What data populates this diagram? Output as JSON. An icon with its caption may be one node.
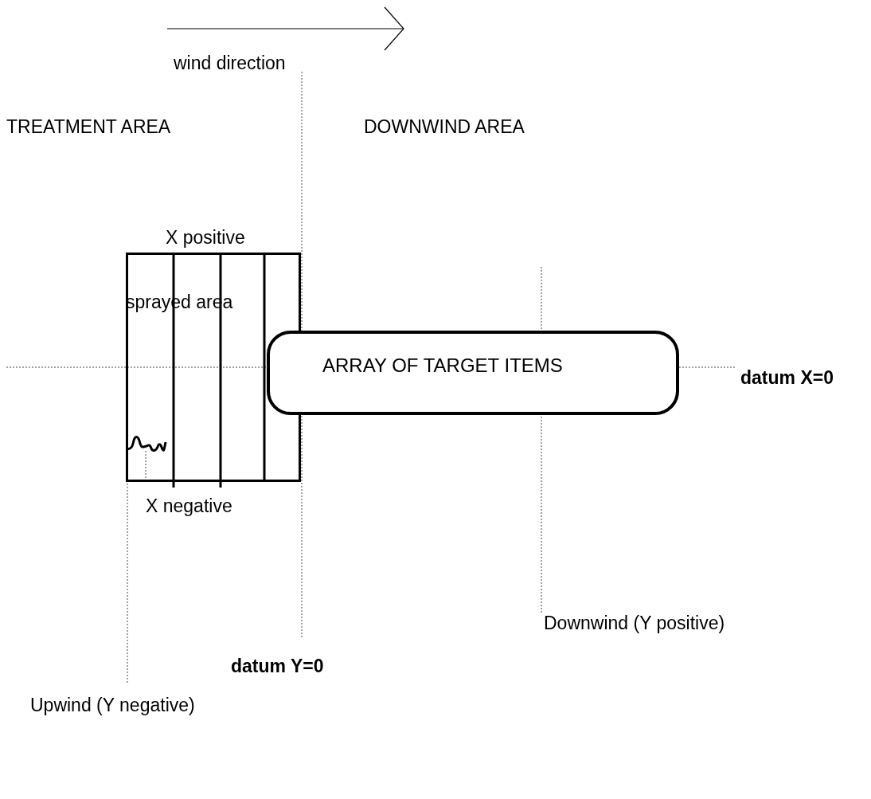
{
  "diagram": {
    "nodes": [
      {
        "text": [
          "sprayed area"
        ]
      },
      {
        "text": [
          "ARRAY OF TARGET ITEMS"
        ]
      }
    ],
    "labels": [
      "wind direction",
      "TREATMENT AREA",
      "DOWNWIND AREA",
      "X positive",
      "X negative",
      "datum X=0",
      "Downwind (Y positive)",
      "datum Y=0",
      "Upwind (Y negative)"
    ]
  }
}
